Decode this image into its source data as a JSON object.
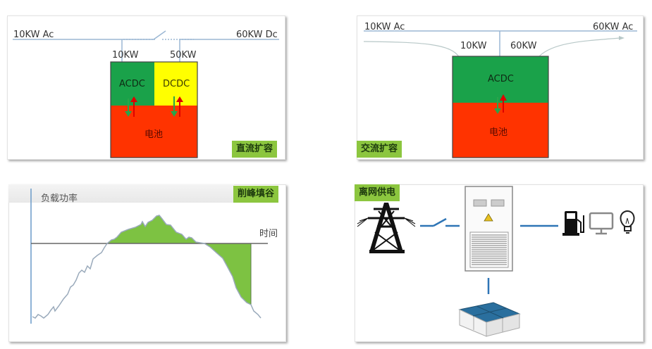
{
  "colors": {
    "tag_green": "#8cc63f",
    "acdc_green": "#1aa24a",
    "dcdc_yellow": "#ffff00",
    "battery_red": "#ff3300",
    "bus_line": "#9bb7d4",
    "wire_blue": "#2e75b6",
    "fill_green": "#7dc242",
    "curve_gray": "#9aaabb"
  },
  "panels": {
    "dc_expansion": {
      "tag": "直流扩容",
      "left_bus_label": "10KW Ac",
      "right_bus_label": "60KW Dc",
      "acdc_power": "10KW",
      "dcdc_power": "50KW",
      "acdc_label": "ACDC",
      "dcdc_label": "DCDC",
      "battery_label": "电池"
    },
    "ac_expansion": {
      "tag": "交流扩容",
      "left_bus_label": "10KW Ac",
      "right_bus_label": "60KW Ac",
      "in_power": "10KW",
      "out_power": "60KW",
      "acdc_label": "ACDC",
      "battery_label": "电池"
    },
    "peak_shaving": {
      "tag": "削峰填谷",
      "y_axis_label": "负载功率",
      "x_axis_label": "时间"
    },
    "off_grid": {
      "tag": "离网供电",
      "icons": [
        "power-tower-icon",
        "switch-icon",
        "inverter-cabinet-icon",
        "battery-pack-icon",
        "fuel-pump-icon",
        "monitor-icon",
        "light-bulb-icon"
      ]
    }
  }
}
